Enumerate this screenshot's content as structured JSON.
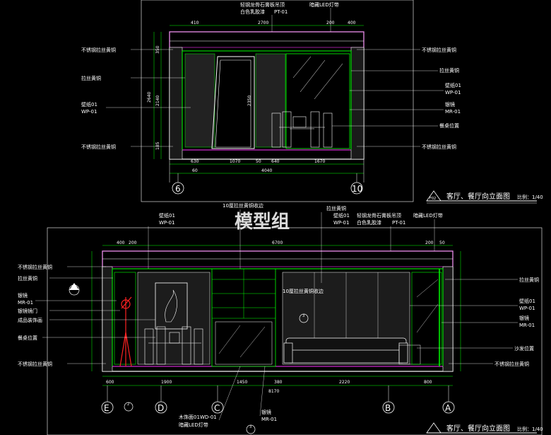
{
  "watermark": "模型组",
  "elevation1": {
    "title": "客厅、餐厅向立面图",
    "scale": "比例：1/40",
    "title_symbol": "F02",
    "top_dims": [
      "410",
      "2700",
      "200",
      "400"
    ],
    "bottom_dims": [
      "630",
      "1070",
      "50",
      "640",
      "1670"
    ],
    "bottom_dims_2": [
      "60",
      "4040"
    ],
    "height_dims": [
      "2640",
      "2140",
      "2350",
      "350",
      "185"
    ],
    "grids": [
      "6",
      "10"
    ],
    "top_labels": [
      "轻钢龙骨石膏板吊顶",
      "白色乳胶漆",
      "PT-01",
      "暗藏LED灯带"
    ],
    "left_labels": [
      "不锈钢拉丝黄铜",
      "拉丝黄铜",
      "壁纸01",
      "WP-01",
      "不锈钢拉丝黄铜"
    ],
    "right_labels": [
      "不锈钢拉丝黄铜",
      "拉丝黄铜",
      "壁纸01",
      "WP-01",
      "银镜",
      "MR-01",
      "餐桌位置",
      "不锈钢拉丝黄铜"
    ]
  },
  "elevation2": {
    "title": "客厅、餐厅向立面图",
    "scale": "比例：1/40",
    "top_labels": [
      "壁纸01",
      "WP-01",
      "10厘拉丝黄铜收边",
      "拉丝黄铜",
      "壁纸01",
      "WP-01",
      "轻钢龙骨石膏板吊顶",
      "白色乳胶漆",
      "PT-01",
      "暗藏LED灯带"
    ],
    "top_dims": [
      "400",
      "200",
      "6700",
      "200",
      "50"
    ],
    "left_labels": [
      "不锈钢拉丝黄铜",
      "拉丝黄铜",
      "银镜",
      "MR-01",
      "银镜镜门",
      "成品装饰画",
      "餐桌位置",
      "不锈钢拉丝黄铜"
    ],
    "right_labels": [
      "拉丝黄铜",
      "壁纸01",
      "WP-01",
      "银镜",
      "MR-01",
      "沙发位置",
      "不锈钢拉丝黄铜"
    ],
    "mid_label": "10厘拉丝黄铜收边",
    "bottom_dims": [
      "600",
      "1900",
      "1450",
      "380",
      "2220",
      "800"
    ],
    "bottom_total": "8170",
    "bottom_labels": [
      "木饰面01",
      "WD-01",
      "暗藏LED灯带",
      "银镜",
      "MR-01"
    ],
    "grids": [
      "E",
      "D",
      "C",
      "B",
      "A"
    ],
    "section_marks": [
      "2",
      "3",
      "3"
    ]
  }
}
